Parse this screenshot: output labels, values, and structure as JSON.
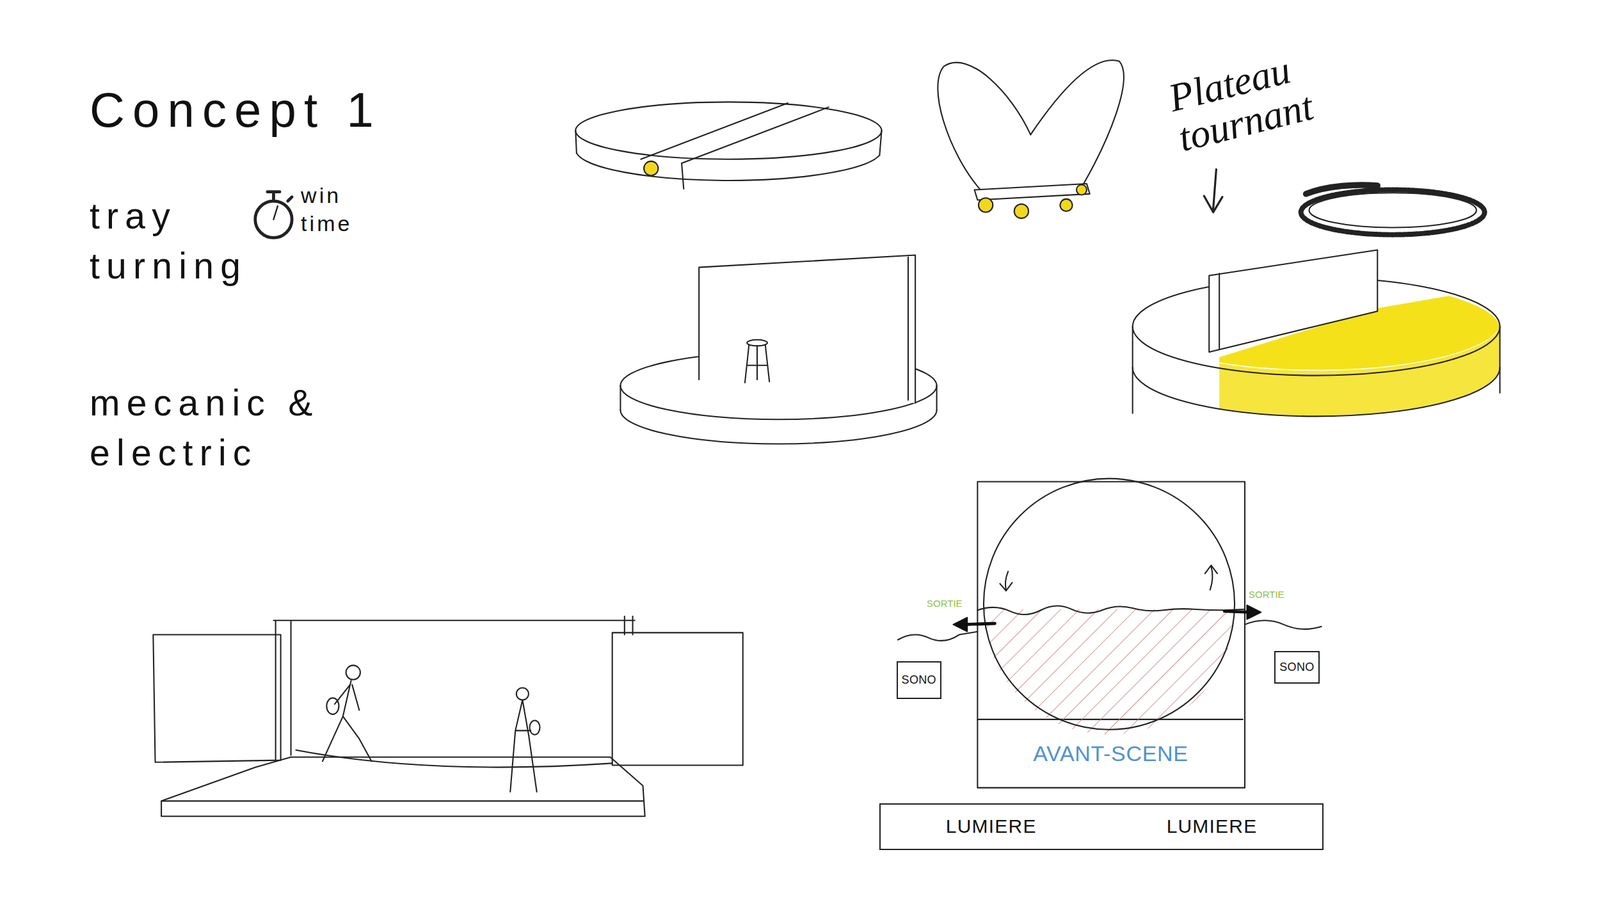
{
  "diagram": {
    "title": "Concept 1",
    "nodes": [
      {
        "text": [
          "SONO"
        ]
      },
      {
        "text": [
          "SONO"
        ]
      },
      {
        "text": [
          "AVANT-SCENE"
        ]
      },
      {
        "text": [
          "LUMIERE",
          "LUMIERE"
        ]
      }
    ],
    "labels": [
      "tray turning",
      "win time",
      "mecanic & electric",
      "Plateau tournant",
      "SORTIE",
      "SORTIE"
    ]
  }
}
